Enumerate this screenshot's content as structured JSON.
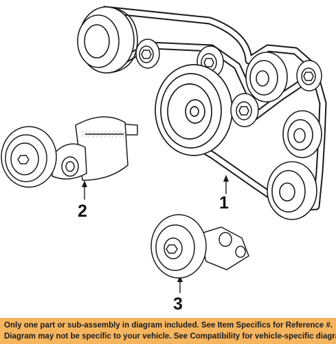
{
  "colors": {
    "line": "#1a1a1a",
    "banner_background": "#f5b55f",
    "banner_text": "#1b1b1b"
  },
  "callouts": [
    "1",
    "2",
    "3"
  ],
  "disclaimer": {
    "line1": "Only one part or sub-assembly in diagram included. See Item Specifics for Reference #.",
    "line2": "Diagram may not be specific to your vehicle. See Compatibility for vehicle-specific diagrams."
  }
}
